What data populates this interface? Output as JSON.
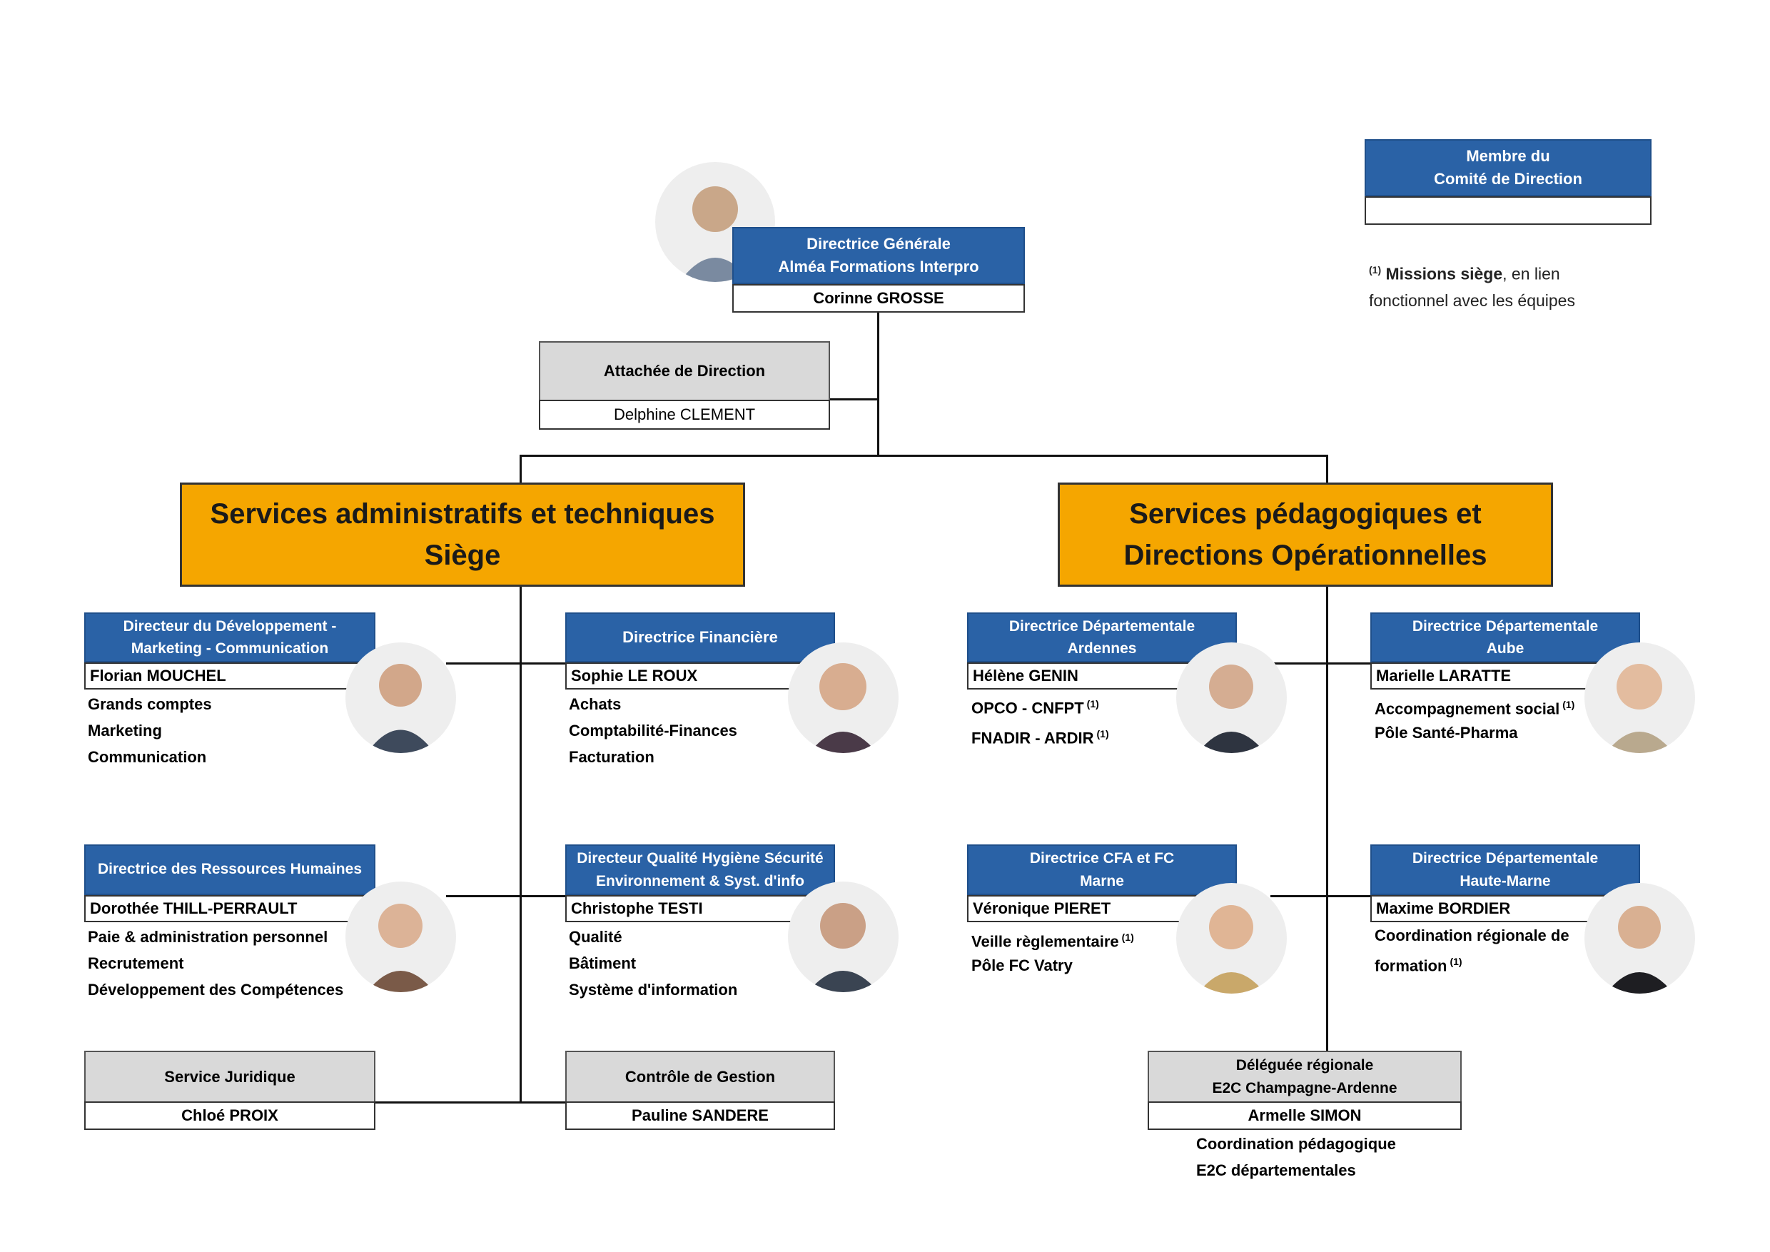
{
  "ceo": {
    "title1": "Directrice Générale",
    "title2": "Alméa Formations Interpro",
    "name": "Corinne GROSSE"
  },
  "legend": {
    "line1": "Membre du",
    "line2": "Comité de Direction"
  },
  "note": {
    "sup": "(1)",
    "bold": "Missions siège",
    "rest": ", en lien",
    "line2": "fonctionnel avec les équipes"
  },
  "assistant": {
    "title": "Attachée de Direction",
    "name": "Delphine CLEMENT"
  },
  "branches": {
    "left": {
      "line1": "Services administratifs et techniques",
      "line2": "Siège"
    },
    "right": {
      "line1": "Services pédagogiques et",
      "line2": "Directions Opérationnelles"
    }
  },
  "dev": {
    "title1": "Directeur du Développement -",
    "title2": "Marketing - Communication",
    "name": "Florian MOUCHEL",
    "items": [
      "Grands comptes",
      "Marketing",
      "Communication"
    ]
  },
  "fin": {
    "title": "Directrice Financière",
    "name": "Sophie LE ROUX",
    "items": [
      "Achats",
      "Comptabilité-Finances",
      "Facturation"
    ]
  },
  "rh": {
    "title": "Directrice des Ressources Humaines",
    "name": "Dorothée THILL-PERRAULT",
    "items": [
      "Paie & administration personnel",
      "Recrutement",
      "Développement des Compétences"
    ]
  },
  "qhse": {
    "title1": "Directeur Qualité Hygiène Sécurité",
    "title2": "Environnement & Syst. d'info",
    "name": "Christophe TESTI",
    "items": [
      "Qualité",
      "Bâtiment",
      "Système d'information"
    ]
  },
  "juridique": {
    "title": "Service Juridique",
    "name": "Chloé PROIX"
  },
  "controle": {
    "title": "Contrôle de Gestion",
    "name": "Pauline SANDERE"
  },
  "ardennes": {
    "title1": "Directrice Départementale",
    "title2": "Ardennes",
    "name": "Hélène GENIN",
    "items": [
      "OPCO - CNFPT",
      "FNADIR - ARDIR"
    ]
  },
  "aube": {
    "title1": "Directrice Départementale",
    "title2": "Aube",
    "name": "Marielle LARATTE",
    "items": [
      "Accompagnement social",
      "Pôle Santé-Pharma"
    ]
  },
  "marne": {
    "title1": "Directrice CFA et FC",
    "title2": "Marne",
    "name": "Véronique PIERET",
    "items": [
      "Veille règlementaire",
      "Pôle FC Vatry"
    ]
  },
  "hautemarne": {
    "title1": "Directrice Départementale",
    "title2": "Haute-Marne",
    "name": "Maxime BORDIER",
    "items": [
      "Coordination régionale de",
      "formation"
    ]
  },
  "e2c": {
    "title1": "Déléguée régionale",
    "title2": "E2C Champagne-Ardenne",
    "name": "Armelle SIMON",
    "items": [
      "Coordination pédagogique",
      "E2C départementales"
    ]
  },
  "sup": "(1)",
  "colors": {
    "blue": "#2a62a6",
    "orange": "#f5a600",
    "gray": "#d9d9d9"
  }
}
